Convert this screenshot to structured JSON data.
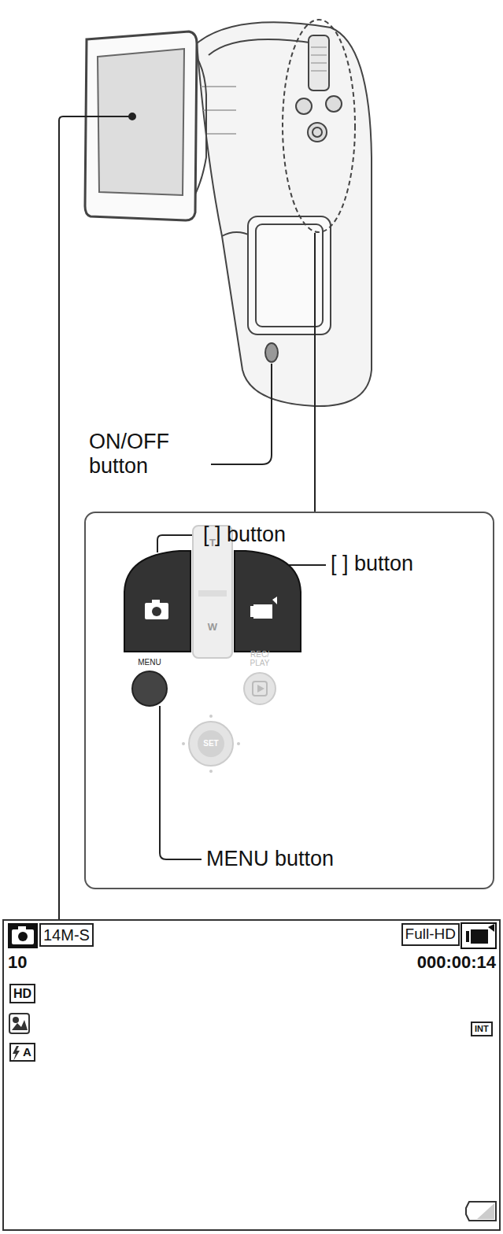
{
  "diagram": {
    "nodes": [
      {
        "text": [
          "[ ] button",
          "[ ] button",
          "T",
          "W",
          "MENU",
          "REC/ PLAY",
          "MENU button",
          "SET"
        ]
      },
      {
        "text": [
          "14M-S",
          "10",
          "Full-HD",
          "000:00:14",
          "HD",
          "A",
          "INT"
        ]
      }
    ],
    "labels": [
      "ON/OFF button"
    ]
  }
}
